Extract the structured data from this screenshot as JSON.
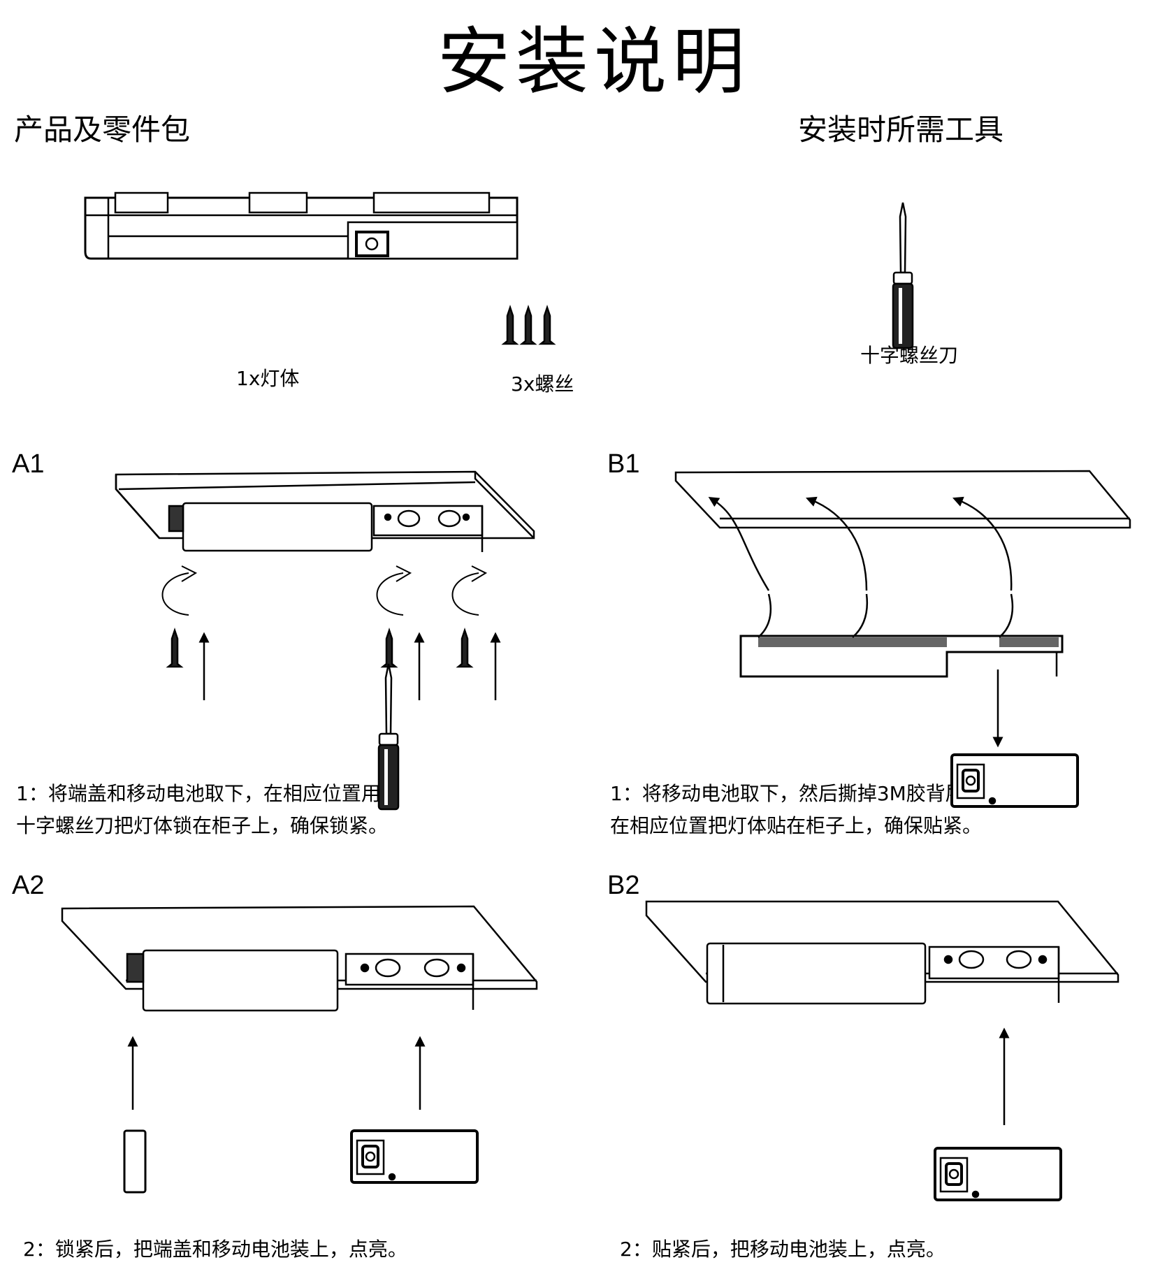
{
  "title": "安装说明",
  "sections": {
    "parts_heading": "产品及零件包",
    "tools_heading": "安装时所需工具",
    "parts": [
      {
        "label": "1x灯体",
        "icon": "light-bar-icon"
      },
      {
        "label": "3x螺丝",
        "icon": "screws-icon"
      }
    ],
    "tools": [
      {
        "label": "十字螺丝刀",
        "icon": "screwdriver-icon"
      }
    ]
  },
  "steps": {
    "a1": {
      "label": "A1",
      "lines": [
        "1：将端盖和移动电池取下，在相应位置用",
        "十字螺丝刀把灯体锁在柜子上，确保锁紧。"
      ]
    },
    "b1": {
      "label": "B1",
      "lines": [
        "1：将移动电池取下，然后撕掉3M胶背层纸，",
        "在相应位置把灯体贴在柜子上，确保贴紧。"
      ]
    },
    "a2": {
      "label": "A2",
      "lines": [
        "2：锁紧后，把端盖和移动电池装上，点亮。"
      ]
    },
    "b2": {
      "label": "B2",
      "lines": [
        "2：贴紧后，把移动电池装上，点亮。"
      ]
    }
  }
}
